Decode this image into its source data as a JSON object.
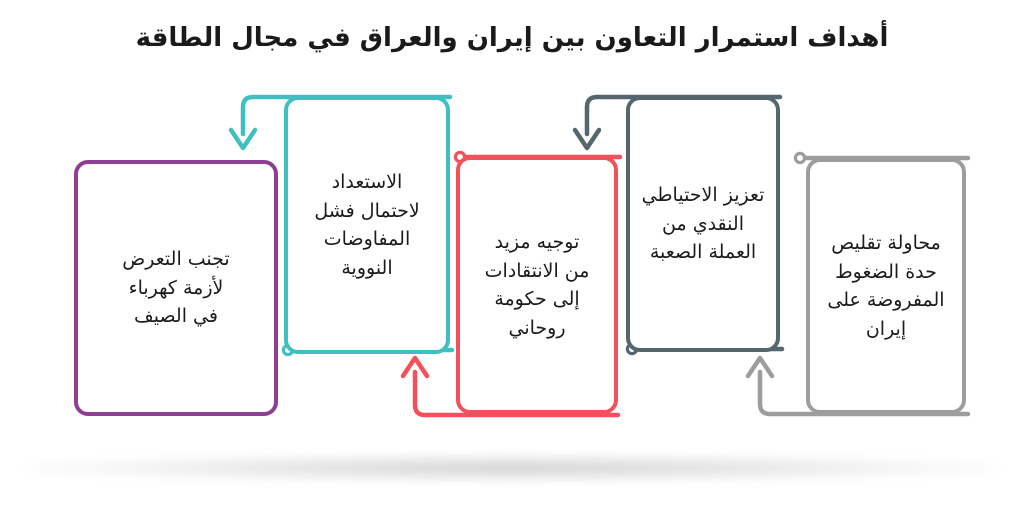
{
  "title": "أهداف استمرار التعاون بين إيران والعراق في مجال الطاقة",
  "colors": {
    "purple": "#8e3f93",
    "teal": "#3fbfbf",
    "red": "#f2505a",
    "slate": "#55666e",
    "gray": "#9d9d9d",
    "text": "#1c1c1c",
    "background": "#ffffff"
  },
  "boxes": [
    {
      "id": "box-1",
      "color_name": "purple",
      "color": "#8e3f93",
      "text": "تجنب التعرض\nلأزمة كهرباء\nفي الصيف"
    },
    {
      "id": "box-2",
      "color_name": "teal",
      "color": "#3fbfbf",
      "text": "الاستعداد\nلاحتمال فشل\nالمفاوضات\nالنووية"
    },
    {
      "id": "box-3",
      "color_name": "red",
      "color": "#f2505a",
      "text": "توجيه مزيد\nمن الانتقادات\nإلى حكومة\nروحاني"
    },
    {
      "id": "box-4",
      "color_name": "slate",
      "color": "#55666e",
      "text": "تعزيز الاحتياطي\nالنقدي من\nالعملة الصعبة"
    },
    {
      "id": "box-5",
      "color_name": "gray",
      "color": "#9d9d9d",
      "text": "محاولة تقليص\nحدة الضغوط\nالمفروضة على\nإيران"
    }
  ],
  "connectors": [
    {
      "id": "connector-teal",
      "color": "#3fbfbf",
      "from_box": "box-2",
      "to_box": "box-1",
      "marker": "arrow-down",
      "endpoint": "dot"
    },
    {
      "id": "connector-red",
      "color": "#f2505a",
      "from_box": "box-3",
      "to_box": "box-2",
      "marker": "arrow-up",
      "endpoint": "dot"
    },
    {
      "id": "connector-slate",
      "color": "#55666e",
      "from_box": "box-4",
      "to_box": "box-3",
      "marker": "arrow-down",
      "endpoint": "dot"
    },
    {
      "id": "connector-gray",
      "color": "#9d9d9d",
      "from_box": "box-5",
      "to_box": "box-4",
      "marker": "arrow-up",
      "endpoint": "dot"
    }
  ]
}
